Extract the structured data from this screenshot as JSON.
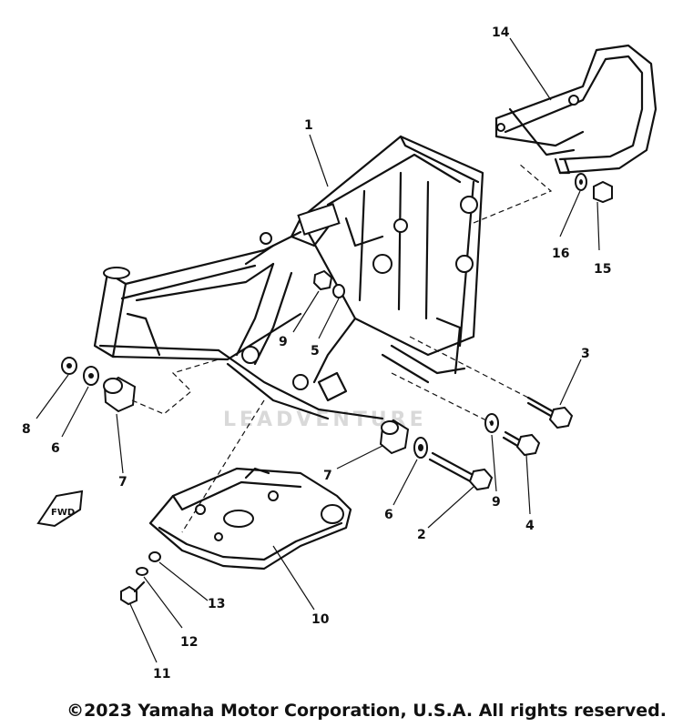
{
  "callouts": {
    "p1": "1",
    "p2": "2",
    "p3": "3",
    "p4": "4",
    "p5": "5",
    "p6a": "6",
    "p6b": "6",
    "p7a": "7",
    "p7b": "7",
    "p8": "8",
    "p9a": "9",
    "p9b": "9",
    "p10": "10",
    "p11": "11",
    "p12": "12",
    "p13": "13",
    "p14": "14",
    "p15": "15",
    "p16": "16"
  },
  "fwd_label": "FWD",
  "watermark": "LEADVENTURE",
  "copyright": "©2023 Yamaha Motor Corporation, U.S.A. All rights reserved."
}
